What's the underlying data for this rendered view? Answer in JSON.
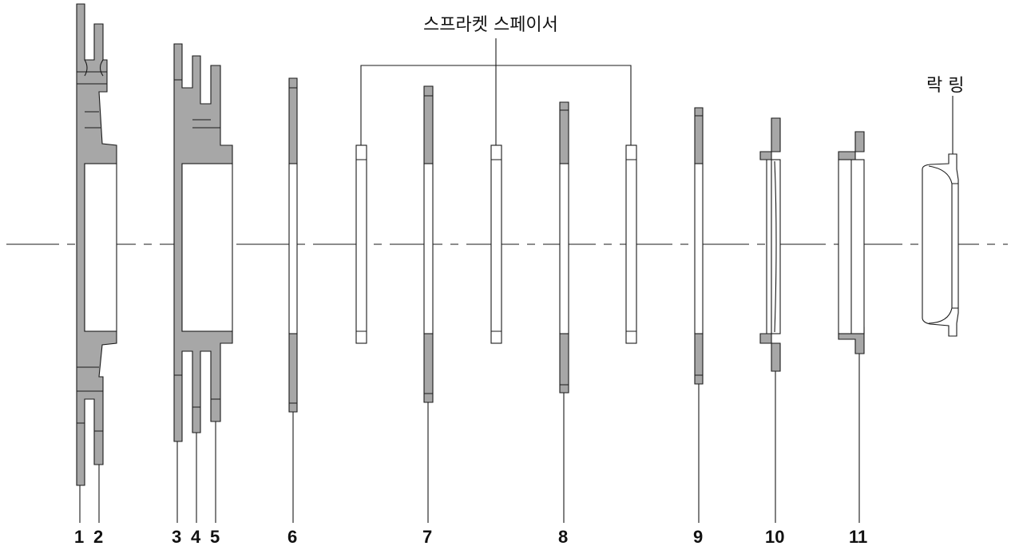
{
  "labels": {
    "spacer": "스프라켓 스페이서",
    "lockring": "락 링"
  },
  "parts": [
    {
      "id": "1",
      "label": "1"
    },
    {
      "id": "2",
      "label": "2"
    },
    {
      "id": "3",
      "label": "3"
    },
    {
      "id": "4",
      "label": "4"
    },
    {
      "id": "5",
      "label": "5"
    },
    {
      "id": "6",
      "label": "6"
    },
    {
      "id": "7",
      "label": "7"
    },
    {
      "id": "8",
      "label": "8"
    },
    {
      "id": "9",
      "label": "9"
    },
    {
      "id": "10",
      "label": "10"
    },
    {
      "id": "11",
      "label": "11"
    }
  ]
}
